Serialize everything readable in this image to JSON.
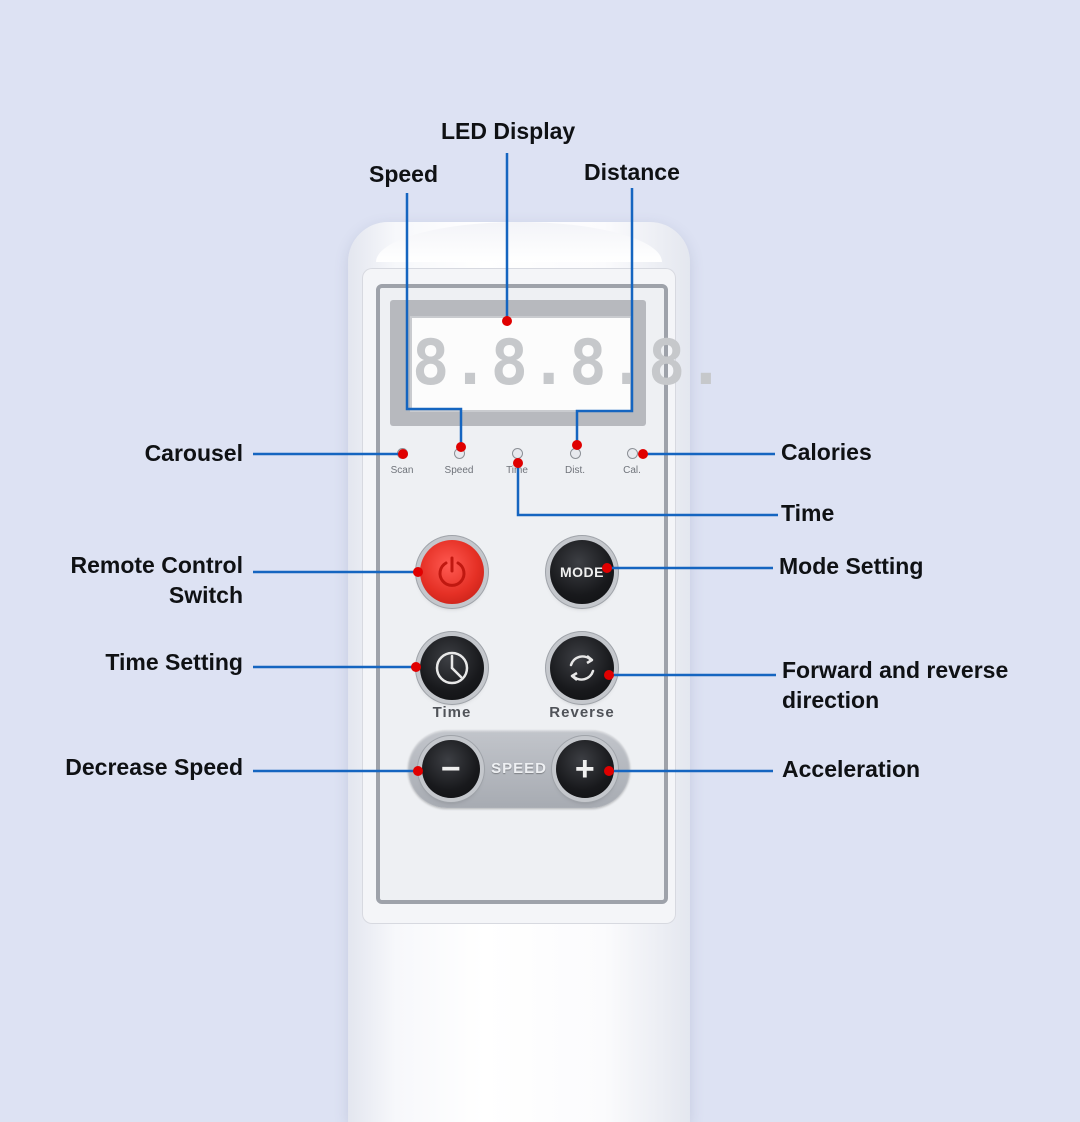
{
  "remote": {
    "lcd_digits": "8.8.8.8.",
    "indicators": [
      {
        "id": "scan",
        "label": "Scan"
      },
      {
        "id": "speed",
        "label": "Speed"
      },
      {
        "id": "time",
        "label": "Time"
      },
      {
        "id": "dist",
        "label": "Dist."
      },
      {
        "id": "cal",
        "label": "Cal."
      }
    ],
    "buttons": {
      "mode": "MODE",
      "time_caption": "Time",
      "reverse_caption": "Reverse",
      "speed_bar": "SPEED",
      "minus": "−",
      "plus": "+"
    }
  },
  "callouts": {
    "led_display": "LED Display",
    "speed": "Speed",
    "distance": "Distance",
    "carousel": "Carousel",
    "calories": "Calories",
    "time": "Time",
    "remote_control_switch_line1": "Remote Control",
    "remote_control_switch_line2": "Switch",
    "mode_setting": "Mode Setting",
    "time_setting": "Time Setting",
    "forward_reverse_line1": "Forward and reverse",
    "forward_reverse_line2": "direction",
    "decrease_speed": "Decrease Speed",
    "acceleration": "Acceleration"
  },
  "colors": {
    "background": "#dde2f3",
    "leader_line": "#1565c0",
    "marker_dot": "#e00000",
    "power_button": "#e53025"
  }
}
